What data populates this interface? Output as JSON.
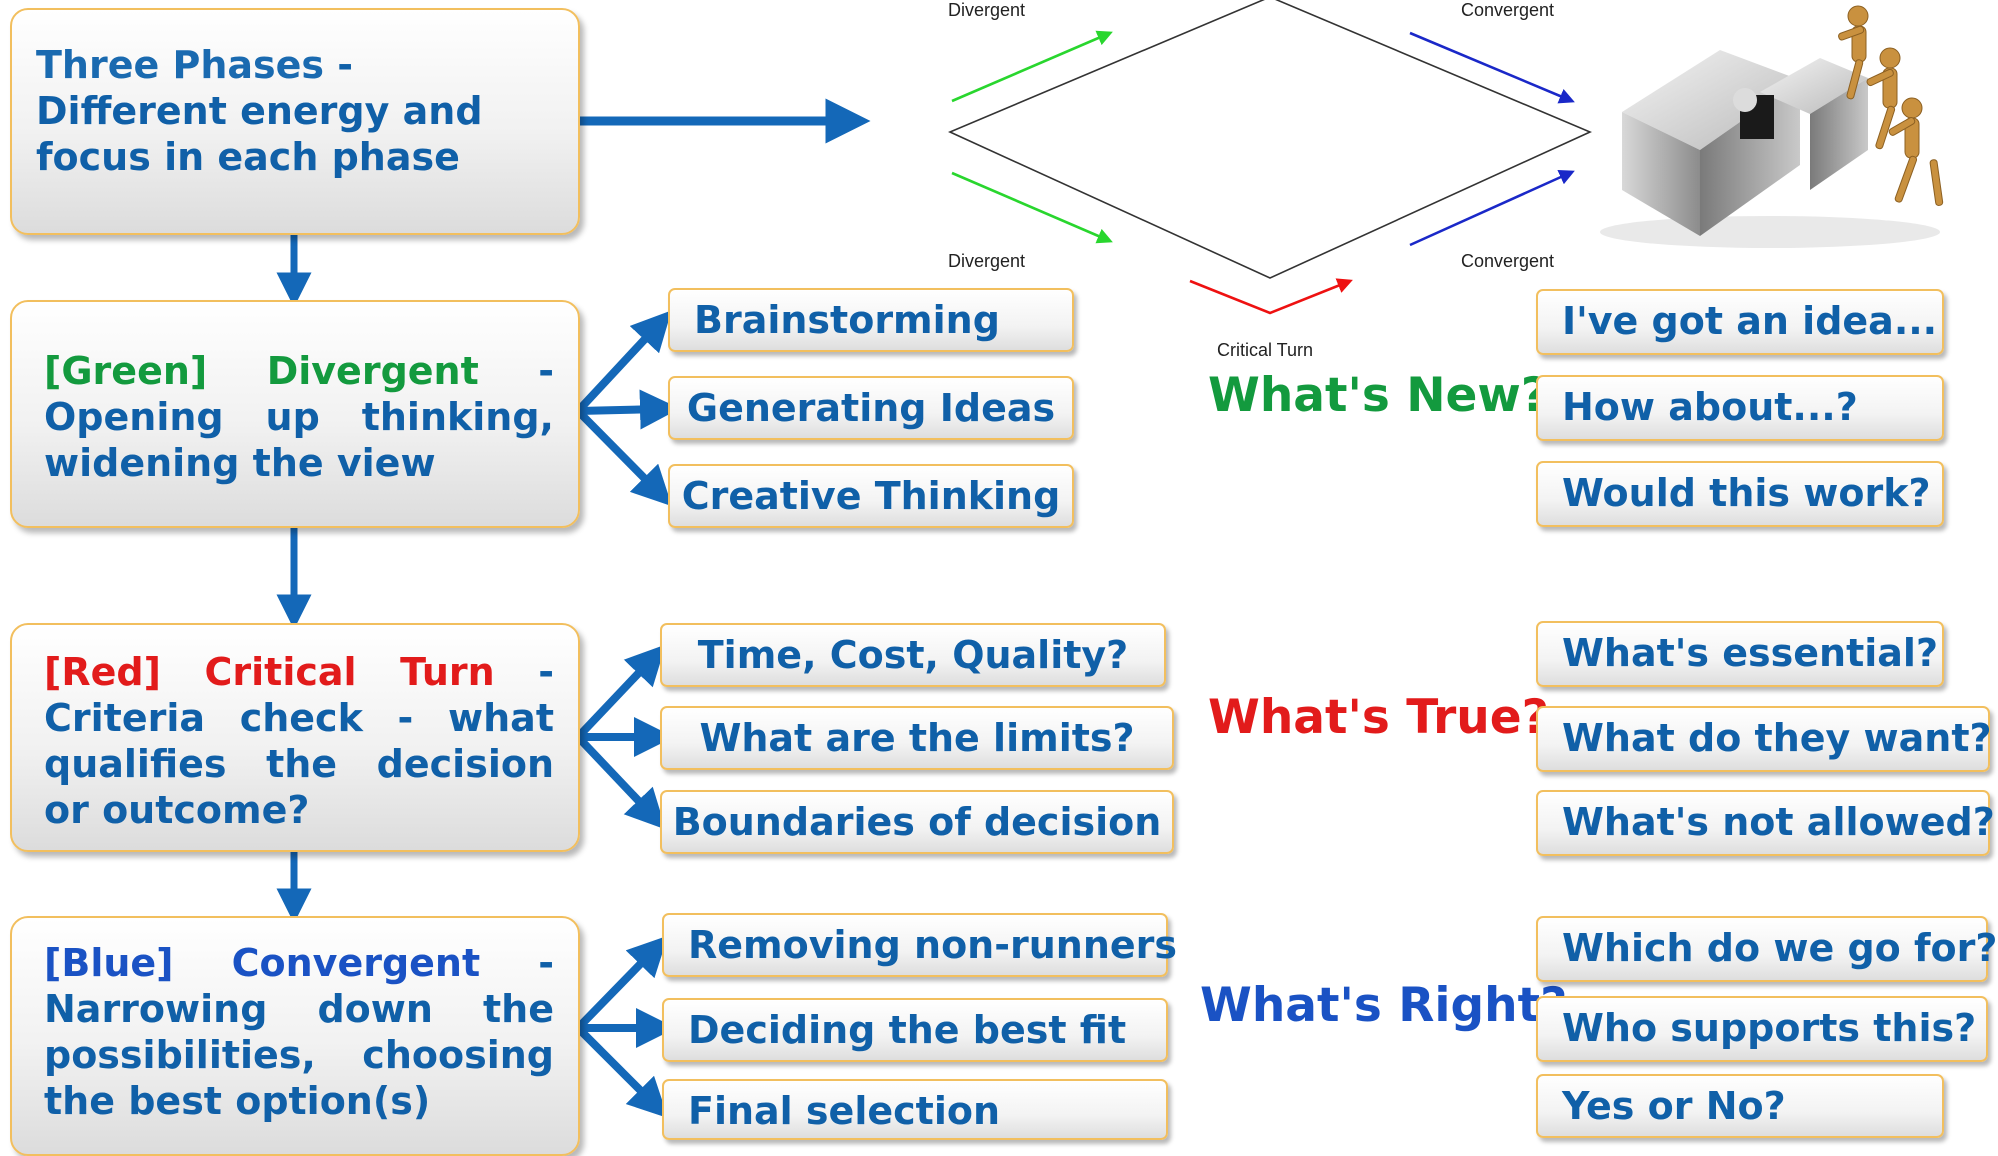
{
  "phases": {
    "three": {
      "lead": "Three Phases",
      "rest": " - Different energy and focus in each phase"
    },
    "green": {
      "tag": "[Green]",
      "name": "Divergent",
      "dash": "-",
      "desc": "Opening up thinking, widening the view"
    },
    "red": {
      "tag": "[Red]",
      "name": "Critical Turn",
      "dash": "-",
      "desc": "Criteria check - what qualifies the decision or outcome?"
    },
    "blue": {
      "tag": "[Blue]",
      "name": "Convergent",
      "dash": "-",
      "desc": "Narrowing down the possibilities, choosing the best option(s)"
    }
  },
  "activities": {
    "divergent": [
      "Brainstorming",
      "Generating Ideas",
      "Creative Thinking"
    ],
    "critical": [
      "Time, Cost, Quality?",
      "What are the limits?",
      "Boundaries of  decision"
    ],
    "convergent": [
      "Removing non-runners",
      "Deciding the best fit",
      "Final selection"
    ]
  },
  "questions": {
    "new": "What's New?",
    "true": "What's True?",
    "right": "What's Right?"
  },
  "phrases": {
    "new": [
      "I've got an idea...",
      "How about...?",
      "Would this work?"
    ],
    "true": [
      "What's essential?",
      "What do they want?",
      "What's not allowed?"
    ],
    "right": [
      "Which do we go for?",
      "Who supports this?",
      "Yes or No?"
    ]
  },
  "diagram": {
    "divergent_top": "Divergent",
    "convergent_top": "Convergent",
    "divergent_bottom": "Divergent",
    "convergent_bottom": "Convergent",
    "critical_turn": "Critical Turn"
  },
  "image": {
    "name": "puzzle-teamwork-illustration"
  },
  "colors": {
    "box_border": "#f2bf5e",
    "text_blue": "#1060a8",
    "green": "#139a3e",
    "red": "#e21b1b",
    "blue": "#1a52c4",
    "arrow": "#1468b8"
  }
}
